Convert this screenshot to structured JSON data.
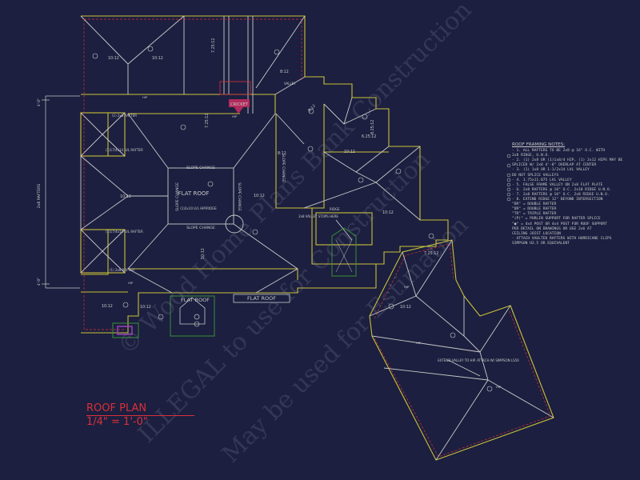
{
  "plan_title": "ROOF PLAN",
  "plan_scale": "1/4\" = 1'-0\"",
  "callouts": {
    "cricket": "CRICKET",
    "flat_roof_center": "FLAT ROOF",
    "flat_roof_left_small": "FLAT ROOF",
    "flat_roof_bottom": "FLAT ROOF",
    "slope_change_top": "SLOPE CHANGE",
    "slope_change_bottom": "SLOPE CHANGE",
    "slope_change_left": "SLOPE CHANGE",
    "slope_change_right": "SLOPE CHANGE",
    "slope_change_mid": "SLOPE CHANGE",
    "hip_ridge_note": "(1)2x10 LVL HIP/RIDGE",
    "valley_stops": "2x8 VALLEY STOPS HERE",
    "extend_valley": "EXTEND VALLEY TO HIP. ATTACH W/ SIMPSON LS50",
    "rafters_left_top": "(1) 2x8 RAFTER",
    "rafters_left_bottom": "(1) 2x8 RAFTER",
    "lvl_left_top": "(1)17/4x14 LVL RAFTER",
    "lvl_left_bottom": "(1)17/4x14 LVL RAFTER",
    "ridge": "RIDGE",
    "valley": "VALLEY",
    "dim_rafters": "2x8 RAFTERS",
    "dim_top": "4'-0\"",
    "dim_bottom": "4'-0\""
  },
  "pitches": [
    "10:12",
    "10:12",
    "10:12",
    "10:12",
    "10:12",
    "10:12",
    "10:12",
    "10:12",
    "8:12",
    "8:12",
    "7.25:12",
    "10:12",
    "6.25:12",
    "8.25:12",
    "7.25:12",
    "8:12",
    "10:12",
    "7.25:12"
  ],
  "hip_tags": [
    "HIP",
    "HIP",
    "HIP",
    "HIP",
    "HIP",
    "HIP"
  ],
  "notes_title": "ROOF FRAMING NOTES:",
  "notes": [
    "- 1.  ALL RAFTERS TO BE 2x8 @ 16\" O.C. WITH",
    "       2x8 RIDGE, U.N.O.",
    "- 2.  (1) 2x8 OR (1)1x8/4 HIP, (1) 2x12 HIPS MAY BE",
    "       SPLICED W/ 2x8 4'-0\" OVERLAP AT CENTER",
    "- 3.  (1) 1x8 OR 1-1/2x14 LVL VALLEY",
    "       DO NOT SPLICE VALLEYS",
    "- 4.  1.75x11.875 LVL VALLEY",
    "- 5.  FALSE FRAME VALLEY ON 2x8 FLAT PLATE",
    "- 6.  2x8 RAFTERS @ 16\" O.C. 2x10 RIDGE U.N.O.",
    "- 7.  2x8 RAFTERS @ 16\" O.C. 2x8 RIDGE U.N.O.",
    "- 8.  EXTEND RIDGE 12\" BEYOND INTERSECTION",
    "     \"DR\" = DOUBLE RAFTER",
    "     \"DR\" = DOUBLE RAFTER",
    "     \"TR\" = TRIPLE RAFTER",
    "     \"(P)\" = PURLIN SUPPORT FOR RAFTER SPLICE",
    "     \"●\" = 4x4 POST OR 4x4 POST FOR ROOF SUPPORT",
    "       PER DETAIL ON DRAWINGS OR USE 2x6 AT",
    "       CEILING JOIST LOCATION",
    "     - ATTACH VAULTED RAFTERS WITH HURRICANE CLIPS",
    "       SIMPSON H2.5 OR EQUIVALENT"
  ],
  "watermark_lines": [
    "© Wood Home Plans Bank Construction",
    "ILLEGAL to use for Construction",
    "May be used for Estimation"
  ],
  "colors": {
    "background": "#1c1f3f",
    "linework": "#c8c23a",
    "hip_lines": "#c9c9c9",
    "accent_red": "#d9303b",
    "cricket_fill": "#b22a5b",
    "flat_roof_green": "#3a8f3a",
    "chimney": "#9b3fbf"
  }
}
